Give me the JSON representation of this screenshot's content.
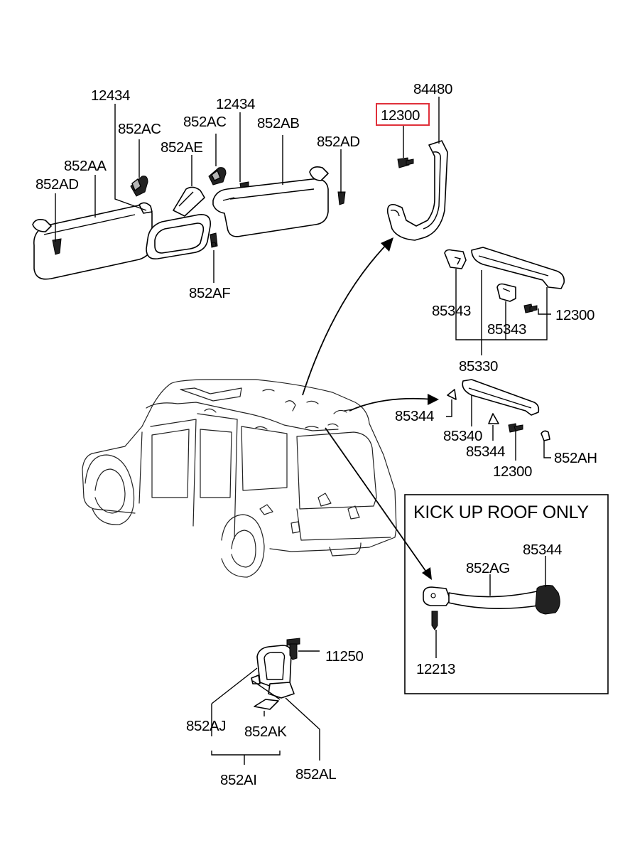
{
  "labels": {
    "l12434_a": "12434",
    "l852ac_a": "852AC",
    "l852ae": "852AE",
    "l12434_b": "12434",
    "l852ac_b": "852AC",
    "l852ab": "852AB",
    "l852ad_r": "852AD",
    "l852aa": "852AA",
    "l852ad_l": "852AD",
    "l852af": "852AF",
    "l84480": "84480",
    "l12300_hl": "12300",
    "l85343_a": "85343",
    "l85343_b": "85343",
    "l12300_a": "12300",
    "l85330": "85330",
    "l85344_a": "85344",
    "l85340": "85340",
    "l85344_b": "85344",
    "l12300_b": "12300",
    "l852ah": "852AH",
    "kick_title": "KICK UP ROOF ONLY",
    "l85344_c": "85344",
    "l852ag": "852AG",
    "l12213": "12213",
    "l11250": "11250",
    "l852aj": "852AJ",
    "l852ak": "852AK",
    "l852ai": "852AI",
    "l852al": "852AL"
  },
  "colors": {
    "highlight_box": "#e0303a",
    "line": "#000000",
    "background": "#ffffff"
  }
}
